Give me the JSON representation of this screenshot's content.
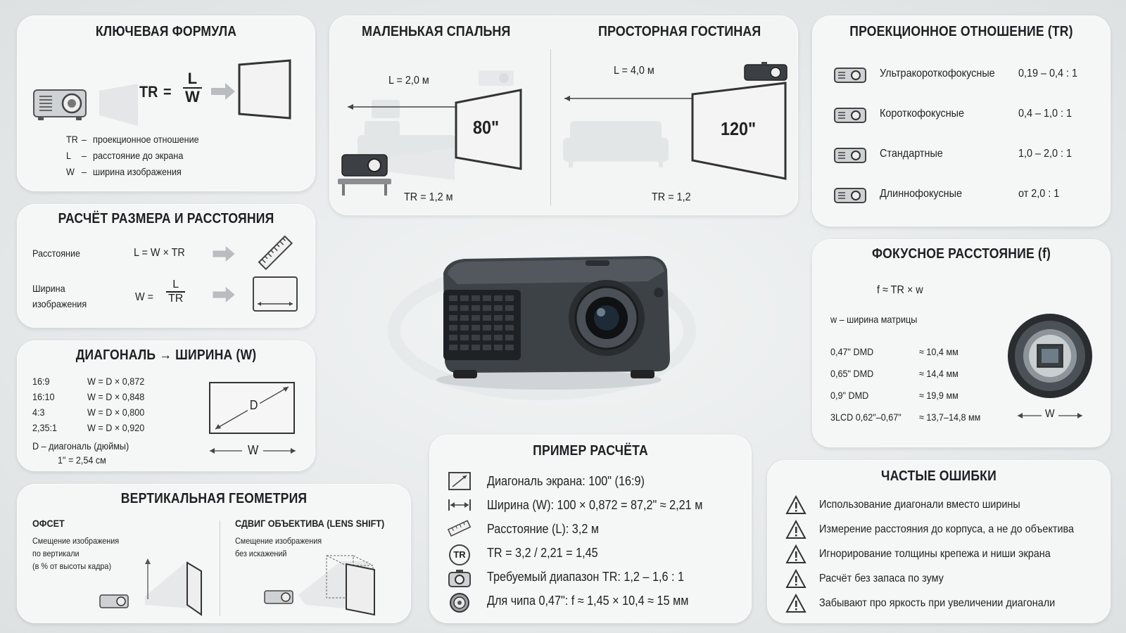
{
  "formula_panel": {
    "title": "КЛЮЧЕВАЯ ФОРМУЛА",
    "tr": "TR",
    "eq": "=",
    "num": "L",
    "den": "W",
    "legend": [
      {
        "k": "TR",
        "sep": "–",
        "v": "проекционное отношение"
      },
      {
        "k": "L",
        "sep": "–",
        "v": "расстояние до экрана"
      },
      {
        "k": "W",
        "sep": "–",
        "v": "ширина изображения"
      }
    ]
  },
  "calc_panel": {
    "title": "РАСЧЁТ РАЗМЕРА И РАССТОЯНИЯ",
    "row1_label": "Расстояние",
    "row1_formula": "L = W × TR",
    "row2_label_line1": "Ширина",
    "row2_label_line2": "изображения",
    "row2_lhs": "W =",
    "row2_num": "L",
    "row2_den": "TR"
  },
  "diag_panel": {
    "title": "ДИАГОНАЛЬ → ШИРИНА (W)",
    "rows": [
      {
        "ratio": "16:9",
        "formula": "W = D × 0,872"
      },
      {
        "ratio": "16:10",
        "formula": "W = D × 0,848"
      },
      {
        "ratio": "4:3",
        "formula": "W = D × 0,800"
      },
      {
        "ratio": "2,35:1",
        "formula": "W = D × 0,920"
      }
    ],
    "note1": "D  –  диагональ (дюймы)",
    "note2": "1\" = 2,54 см",
    "d_label": "D",
    "w_label": "W"
  },
  "vert_panel": {
    "title": "ВЕРТИКАЛЬНАЯ ГЕОМЕТРИЯ",
    "left_title": "ОФСЕТ",
    "left_desc1": "Смещение изображения",
    "left_desc2": "по вертикали",
    "left_desc3": "(в % от высоты кадра)",
    "right_title": "СДВИГ ОБЪЕКТИВА (LENS SHIFT)",
    "right_desc1": "Смещение изображения",
    "right_desc2": "без искажений"
  },
  "rooms_panel": {
    "left_title": "МАЛЕНЬКАЯ СПАЛЬНЯ",
    "left_distance": "L = 2,0 м",
    "left_screen": "80\"",
    "left_tr": "TR = 1,2 м",
    "right_title": "ПРОСТОРНАЯ ГОСТИНАЯ",
    "right_distance": "L = 4,0 м",
    "right_screen": "120\"",
    "right_tr": "TR = 1,2"
  },
  "tr_panel": {
    "title": "ПРОЕКЦИОННОЕ ОТНОШЕНИЕ (TR)",
    "rows": [
      {
        "name": "Ультракороткофокусные",
        "range": "0,19 – 0,4 : 1"
      },
      {
        "name": "Короткофокусные",
        "range": "0,4 – 1,0 : 1"
      },
      {
        "name": "Стандартные",
        "range": "1,0 – 2,0 : 1"
      },
      {
        "name": "Длиннофокусные",
        "range": "от 2,0 : 1"
      }
    ]
  },
  "focal_panel": {
    "title": "ФОКУСНОЕ РАССТОЯНИЕ (f)",
    "formula": "f ≈ TR × w",
    "note": "w  –  ширина матрицы",
    "rows": [
      {
        "chip": "0,47\" DMD",
        "value": "≈ 10,4 мм"
      },
      {
        "chip": "0,65\" DMD",
        "value": "≈ 14,4 мм"
      },
      {
        "chip": "0,9\" DMD",
        "value": "≈ 19,9 мм"
      },
      {
        "chip": "3LCD 0,62\"–0,67\"",
        "value": "≈ 13,7–14,8 мм"
      }
    ],
    "w_label": "W"
  },
  "example_panel": {
    "title": "ПРИМЕР РАСЧЁТА",
    "rows": [
      {
        "icon": "diagonal-icon",
        "text": "Диагональ экрана: 100\" (16:9)"
      },
      {
        "icon": "width-icon",
        "text": "Ширина (W):  100 × 0,872 = 87,2\" ≈ 2,21 м"
      },
      {
        "icon": "ruler-icon",
        "text": "Расстояние (L):  3,2 м"
      },
      {
        "icon": "tr-icon",
        "text": "TR = 3,2 / 2,21 = 1,45",
        "badge": "TR"
      },
      {
        "icon": "projector-icon",
        "text": "Требуемый диапазон TR:  1,2 – 1,6 : 1"
      },
      {
        "icon": "chip-icon",
        "text": "Для чипа 0,47\":  f ≈ 1,45 × 10,4 ≈ 15 мм"
      }
    ]
  },
  "errors_panel": {
    "title": "ЧАСТЫЕ ОШИБКИ",
    "rows": [
      "Использование диагонали вместо ширины",
      "Измерение расстояния до корпуса, а не до объектива",
      "Игнорирование толщины крепежа и ниши экрана",
      "Расчёт без запаса по зуму",
      "Забывают про яркость при увеличении диагонали"
    ]
  }
}
